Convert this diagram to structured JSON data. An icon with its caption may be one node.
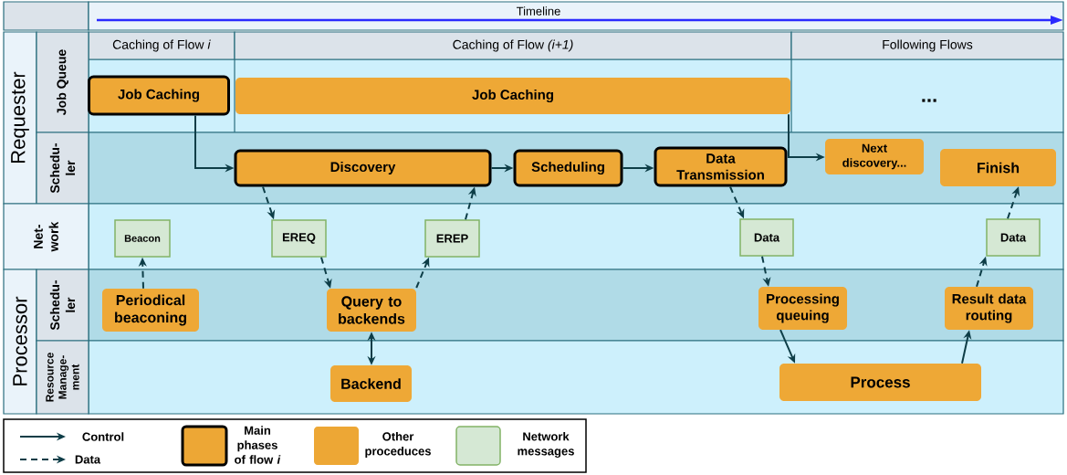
{
  "diagram": {
    "nodes": [
      {
        "text": [
          "Job Caching"
        ]
      },
      {
        "text": [
          "Job Caching"
        ]
      },
      {
        "text": [
          "Discovery"
        ]
      },
      {
        "text": [
          "Scheduling"
        ]
      },
      {
        "text": [
          "Data Transmission"
        ]
      },
      {
        "text": [
          "Next discovery..."
        ]
      },
      {
        "text": [
          "Finish"
        ]
      },
      {
        "text": [
          "Beacon"
        ]
      },
      {
        "text": [
          "EREQ"
        ]
      },
      {
        "text": [
          "EREP"
        ]
      },
      {
        "text": [
          "Data"
        ]
      },
      {
        "text": [
          "Data"
        ]
      },
      {
        "text": [
          "Periodical beaconing"
        ]
      },
      {
        "text": [
          "Query to backends"
        ]
      },
      {
        "text": [
          "Processing queuing"
        ]
      },
      {
        "text": [
          "Result data routing"
        ]
      },
      {
        "text": [
          "Backend"
        ]
      },
      {
        "text": [
          "Process"
        ]
      }
    ],
    "edges": [
      {
        "from": 0,
        "to": 2,
        "arrow": "to"
      },
      {
        "from": 2,
        "to": 3,
        "arrow": "to"
      },
      {
        "from": 3,
        "to": 4,
        "arrow": "to"
      },
      {
        "from": 1,
        "to": 5,
        "arrow": "to"
      },
      {
        "from": 2,
        "to": 8,
        "arrow": "to",
        "style": "dashed"
      },
      {
        "from": 8,
        "to": 13,
        "arrow": "to",
        "style": "dashed"
      },
      {
        "from": 13,
        "to": 9,
        "arrow": "to",
        "style": "dashed"
      },
      {
        "from": 9,
        "to": 2,
        "arrow": "to",
        "style": "dashed"
      },
      {
        "from": 12,
        "to": 7,
        "arrow": "to",
        "style": "dashed"
      },
      {
        "from": 13,
        "to": 16,
        "arrow": "both"
      },
      {
        "from": 4,
        "to": 10,
        "arrow": "to",
        "style": "dashed"
      },
      {
        "from": 10,
        "to": 14,
        "arrow": "to",
        "style": "dashed"
      },
      {
        "from": 14,
        "to": 17,
        "arrow": "to"
      },
      {
        "from": 17,
        "to": 15,
        "arrow": "to"
      },
      {
        "from": 15,
        "to": 11,
        "arrow": "to",
        "style": "dashed"
      },
      {
        "from": 11,
        "to": 6,
        "arrow": "to",
        "style": "dashed"
      }
    ],
    "labels": [
      "Timeline",
      "Caching of Flow *i*",
      "Caching of Flow *(i+1)*",
      "Following Flows",
      "Requester",
      "Job Queue",
      "...",
      "Schedu- ler",
      "Net- work",
      "Processor",
      "Schedu- ler",
      "Resource Manage- ment"
    ],
    "legend": [
      {
        "text": "Control"
      },
      {
        "text": "Data"
      },
      {
        "text": "Main phases of flow *i*",
        "color": "#eda735"
      },
      {
        "text": "Other proceduces",
        "color": "#eda735"
      },
      {
        "text": "Network messages",
        "color": "#d5e8d4"
      }
    ]
  }
}
